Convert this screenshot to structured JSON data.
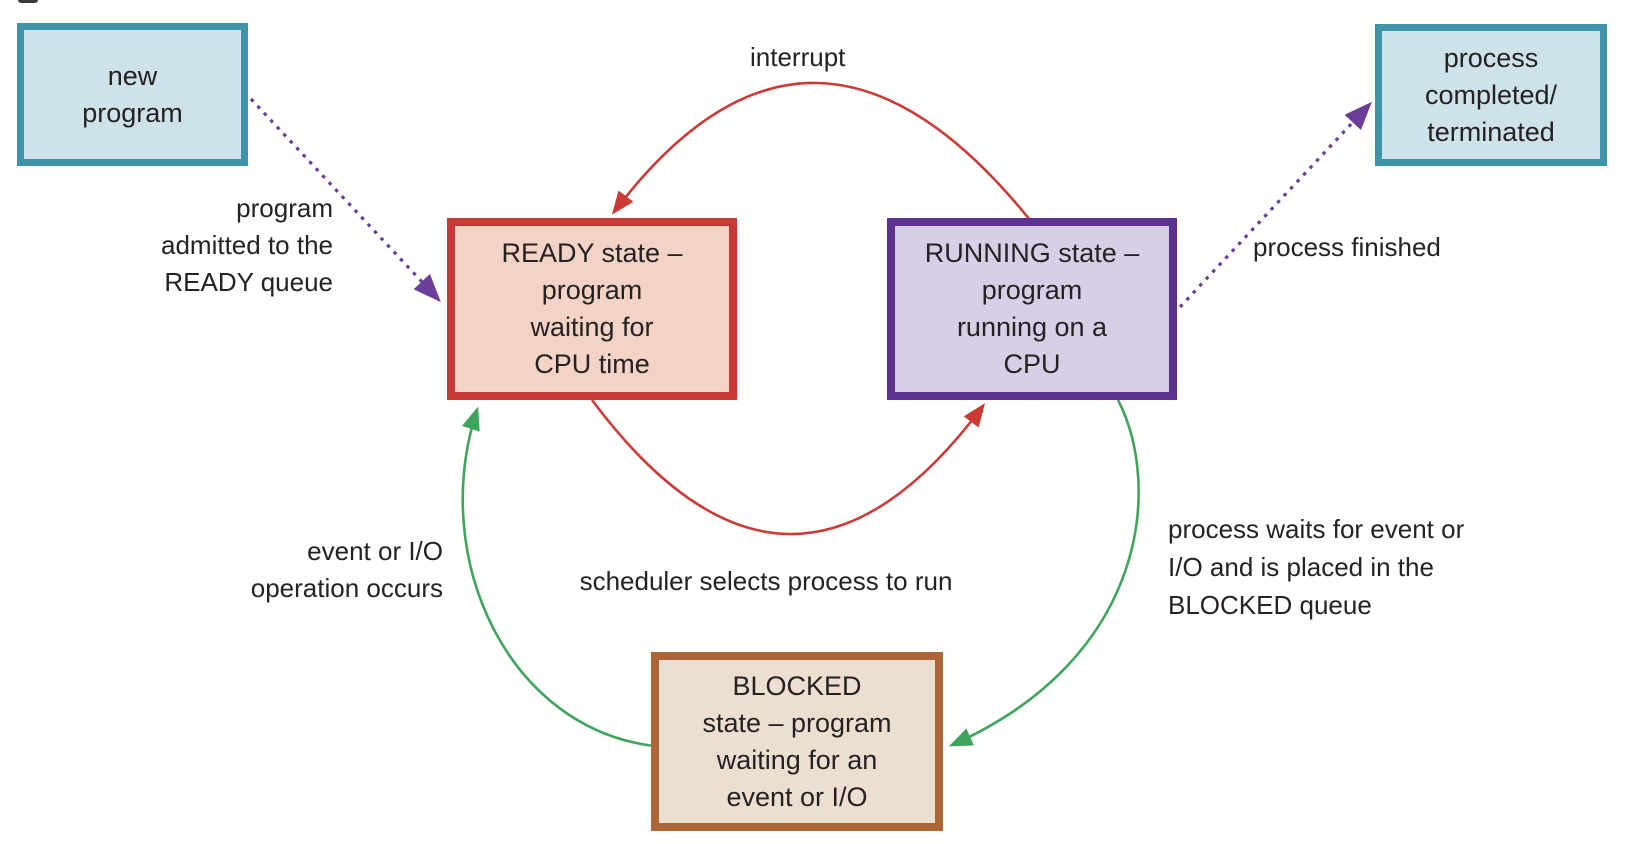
{
  "diagram": {
    "nodes": {
      "new_program": {
        "label": "new\nprogram",
        "fill": "#cde2e9",
        "border": "#3e93a8"
      },
      "ready": {
        "label": "READY state –\nprogram\nwaiting for\nCPU time",
        "fill": "#f2d3c5",
        "border": "#c83a35"
      },
      "running": {
        "label": "RUNNING state –\nprogram\nrunning on a\nCPU",
        "fill": "#d7cfe6",
        "border": "#5d3190"
      },
      "blocked": {
        "label": "BLOCKED\nstate – program\nwaiting for an\nevent or I/O",
        "fill": "#ecdfd0",
        "border": "#ad6637"
      },
      "completed": {
        "label": "process\ncompleted/\nterminated",
        "fill": "#cde2e9",
        "border": "#3e93a8"
      }
    },
    "edge_labels": {
      "interrupt": "interrupt",
      "program_admitted": "program\nadmitted to the\nREADY queue",
      "process_finished": "process finished",
      "scheduler": "scheduler selects process to run",
      "event_occurs": "event or I/O\noperation occurs",
      "process_waits": "process waits for event or\nI/O and is placed in the\nBLOCKED queue"
    },
    "colors": {
      "arrow_red": "#cc3a35",
      "arrow_green": "#3fa55a",
      "arrow_purple": "#6a3d99",
      "text": "#262122"
    }
  }
}
